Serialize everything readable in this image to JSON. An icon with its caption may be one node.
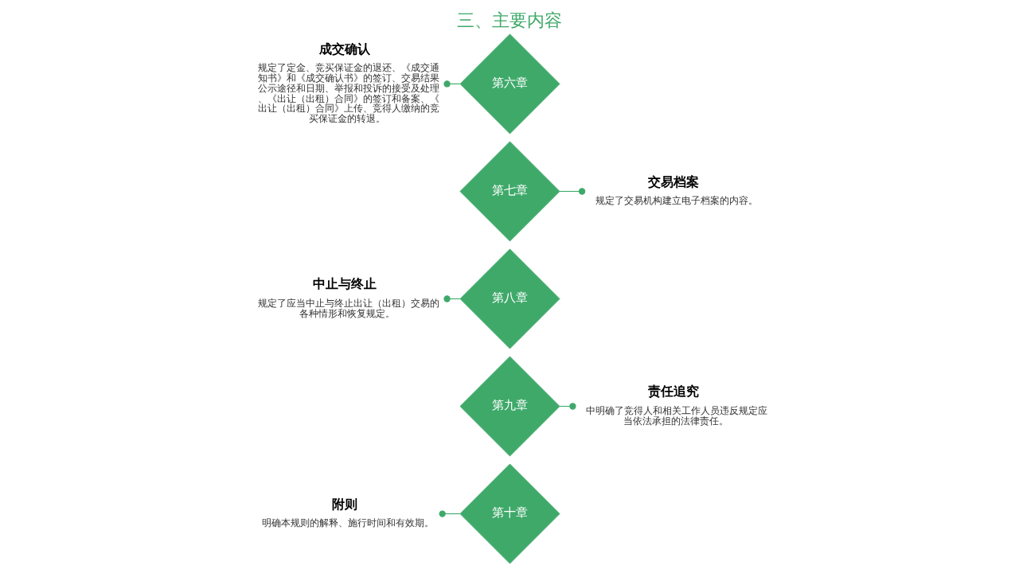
{
  "diagram": {
    "title": "三、主要内容",
    "nodes": [
      {
        "text": [
          "成交确认",
          "规定了定金、竞买保证金的退还、《成交通知书》和《成交确认书》的签订、交易结果公示途径和日期、举报和投诉的接受及处理、《出让（出租）合同》的签订和备案、《出让（出租）合同》上传、竞得人缴纳的竞买保证金的转退。"
        ]
      },
      {
        "text": [
          "第六章"
        ]
      },
      {
        "text": [
          "第七章"
        ]
      },
      {
        "text": [
          "交易档案",
          "规定了交易机构建立电子档案的内容。"
        ]
      },
      {
        "text": [
          "中止与终止",
          "规定了应当中止与终止出让（出租）交易的各种情形和恢复规定。"
        ]
      },
      {
        "text": [
          "第八章"
        ]
      },
      {
        "text": [
          "第九章"
        ]
      },
      {
        "text": [
          "责任追究",
          "中明确了竞得人和相关工作人员违反规定应当依法承担的法律责任。"
        ]
      },
      {
        "text": [
          "附则",
          "明确本规则的解释、施行时间和有效期。"
        ]
      },
      {
        "text": [
          "第十章"
        ]
      }
    ],
    "edges": [
      {
        "from": 1,
        "to": 0,
        "arrow": "other",
        "color": "#3fa96a"
      },
      {
        "from": 2,
        "to": 3,
        "arrow": "other",
        "color": "#3fa96a"
      },
      {
        "from": 5,
        "to": 4,
        "arrow": "other",
        "color": "#3fa96a"
      },
      {
        "from": 6,
        "to": 7,
        "arrow": "other",
        "color": "#3fa96a"
      },
      {
        "from": 9,
        "to": 8,
        "arrow": "other",
        "color": "#3fa96a"
      }
    ]
  }
}
